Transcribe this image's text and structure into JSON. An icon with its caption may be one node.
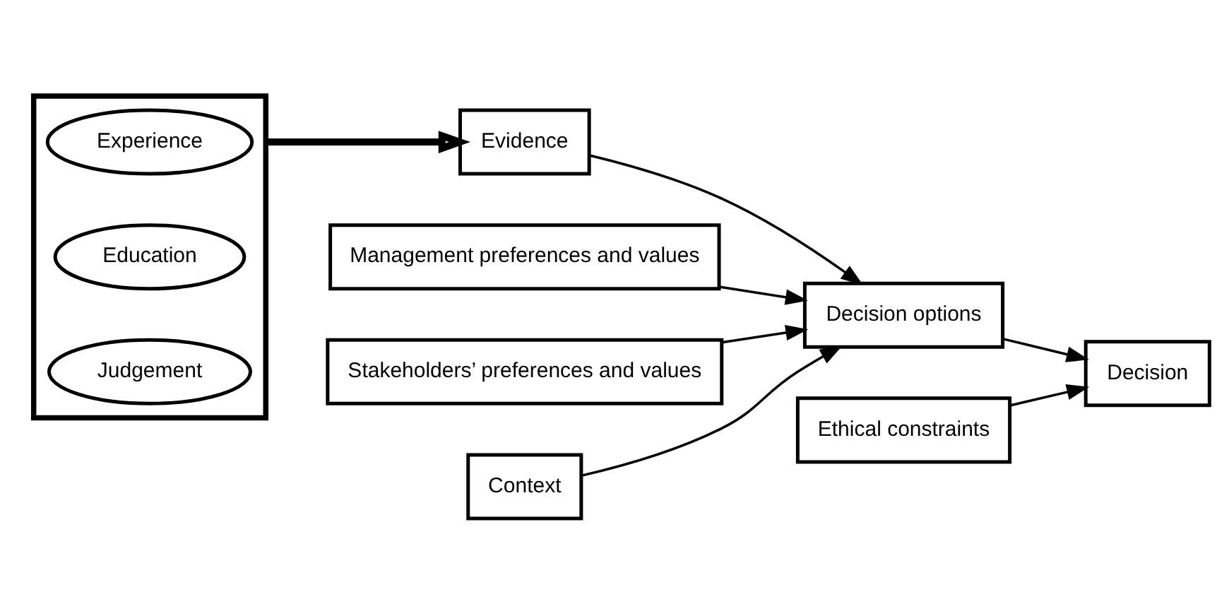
{
  "diagram": {
    "nodes": [
      {
        "text": [],
        "shape": "funnel"
      },
      {
        "text": [
          "Experience"
        ],
        "in": 0
      },
      {
        "text": [
          "Education"
        ],
        "in": 0
      },
      {
        "text": [
          "Judgement"
        ],
        "in": 0
      },
      {
        "text": [
          "Evidence"
        ]
      },
      {
        "text": [
          "Management preferences and values"
        ]
      },
      {
        "text": [
          "Stakeholders’ preferences and values"
        ]
      },
      {
        "text": [
          "Ethical constraints"
        ]
      },
      {
        "text": [
          "Decision options"
        ]
      },
      {
        "text": [
          "Decision"
        ]
      },
      {
        "text": [
          "Context"
        ]
      }
    ],
    "edges": [
      {
        "from": 0,
        "to": 4,
        "arrow": "to",
        "style": "thick"
      },
      {
        "from": 4,
        "to": 8,
        "arrow": "to"
      },
      {
        "from": 5,
        "to": 8,
        "arrow": "to"
      },
      {
        "from": 6,
        "to": 8,
        "arrow": "to"
      },
      {
        "from": 10,
        "to": 8,
        "arrow": "to"
      },
      {
        "from": 8,
        "to": 9,
        "arrow": "to"
      },
      {
        "from": 7,
        "to": 9,
        "arrow": "to"
      }
    ]
  }
}
